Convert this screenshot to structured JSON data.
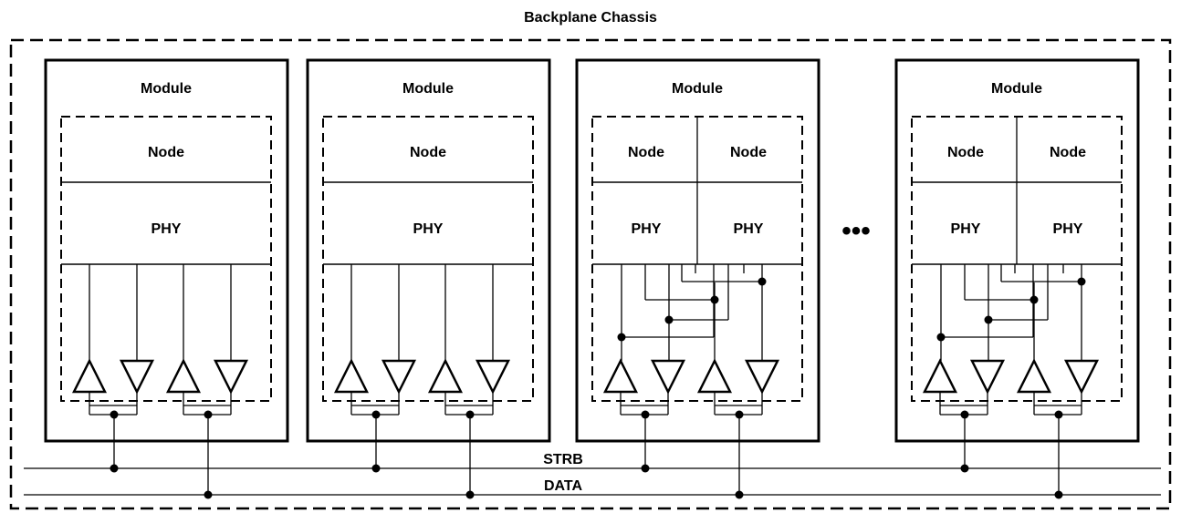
{
  "chassis": {
    "title": "Backplane Chassis"
  },
  "modules": [
    {
      "label": "Module",
      "nodes": [
        "Node"
      ],
      "phys": [
        "PHY"
      ]
    },
    {
      "label": "Module",
      "nodes": [
        "Node"
      ],
      "phys": [
        "PHY"
      ]
    },
    {
      "label": "Module",
      "nodes": [
        "Node",
        "Node"
      ],
      "phys": [
        "PHY",
        "PHY"
      ]
    },
    {
      "label": "Module",
      "nodes": [
        "Node",
        "Node"
      ],
      "phys": [
        "PHY",
        "PHY"
      ]
    }
  ],
  "buses": {
    "strb_label": "STRB",
    "data_label": "DATA"
  },
  "ellipsis": "•••"
}
